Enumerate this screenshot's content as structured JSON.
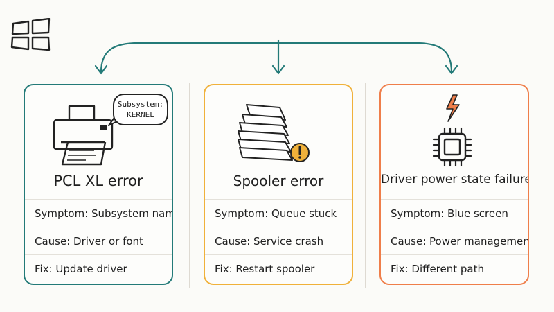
{
  "colors": {
    "teal": "#237a78",
    "yellow": "#f0b13a",
    "orange": "#ef7e4a",
    "divider": "#dedad2"
  },
  "icons": {
    "logo": "windows-logo-icon",
    "printer": "printer-icon",
    "papers": "paper-stack-icon",
    "warning": "warning-icon",
    "lightning": "lightning-icon",
    "chip": "chip-icon"
  },
  "cards": [
    {
      "title": "PCL XL error",
      "bubble_line1": "Subsystem:",
      "bubble_line2": "KERNEL",
      "symptom": "Symptom: Subsystem name",
      "cause": "Cause: Driver or font",
      "fix": "Fix: Update driver"
    },
    {
      "title": "Spooler error",
      "symptom": "Symptom: Queue stuck",
      "cause": "Cause: Service crash",
      "fix": "Fix: Restart spooler"
    },
    {
      "title": "Driver power state failure",
      "symptom": "Symptom: Blue screen",
      "cause": "Cause: Power management",
      "fix": "Fix: Different path"
    }
  ]
}
